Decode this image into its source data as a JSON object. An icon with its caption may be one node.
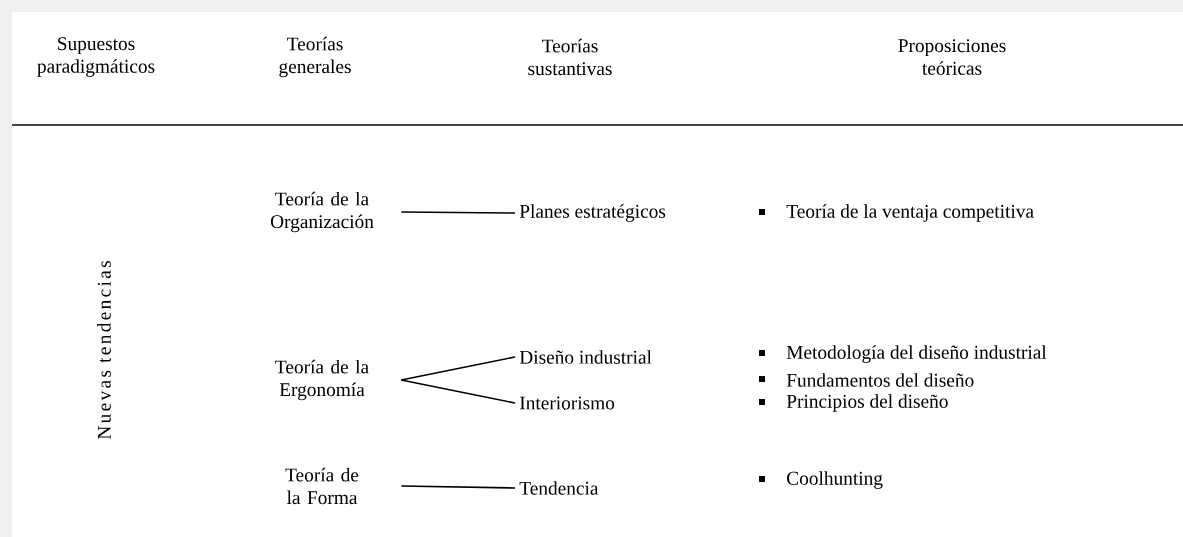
{
  "diagram": {
    "nodes": [
      {
        "text": [
          "Teoría de la Organización"
        ]
      },
      {
        "text": [
          "Planes estratégicos"
        ]
      },
      {
        "text": [
          "Teoría de la Ergonomía"
        ]
      },
      {
        "text": [
          "Diseño industrial"
        ]
      },
      {
        "text": [
          "Interiorismo"
        ]
      },
      {
        "text": [
          "Teoría de la Forma"
        ]
      },
      {
        "text": [
          "Tendencia"
        ]
      }
    ],
    "edges": [
      {
        "from": 0,
        "to": 1,
        "arrow": "none"
      },
      {
        "from": 2,
        "to": 3,
        "arrow": "none"
      },
      {
        "from": 2,
        "to": 4,
        "arrow": "none"
      },
      {
        "from": 5,
        "to": 6,
        "arrow": "none"
      }
    ],
    "labels": [
      "Supuestos paradigmáticos",
      "Teorías generales",
      "Teorías sustantivas",
      "Proposiciones teóricas",
      "Nuevas tendencias",
      "Teoría de la ventaja competitiva",
      "Metodología del diseño industrial",
      "Fundamentos del diseño",
      "Principios del diseño",
      "Coolhunting"
    ]
  }
}
